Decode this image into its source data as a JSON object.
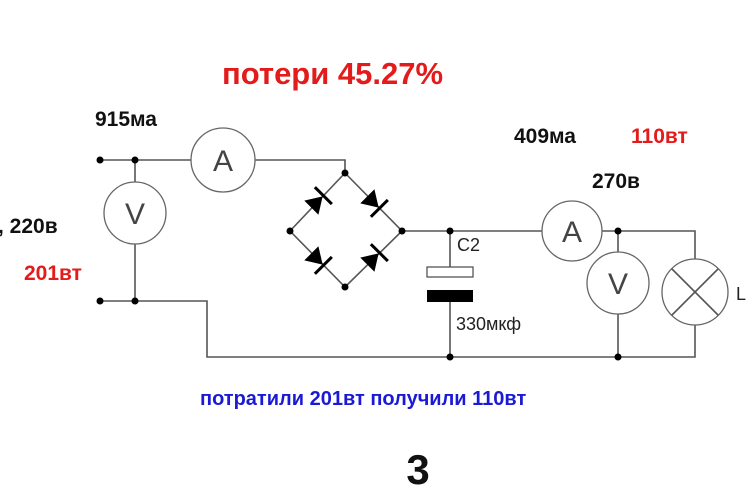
{
  "title": "потери 45.27%",
  "input": {
    "current": "915ма",
    "voltage": ", 220в",
    "power": "201вт"
  },
  "output": {
    "current": "409ма",
    "power": "110вт",
    "voltage": "270в"
  },
  "capacitor": {
    "name": "C2",
    "value": "330мкф"
  },
  "lamp_label": "L",
  "meters": {
    "ammeter": "A",
    "voltmeter": "V"
  },
  "summary": "потратили 201вт получили 110вт",
  "figure_number": "3",
  "colors": {
    "red": "#e31b1b",
    "blue": "#1a1ad6",
    "black": "#111111"
  }
}
